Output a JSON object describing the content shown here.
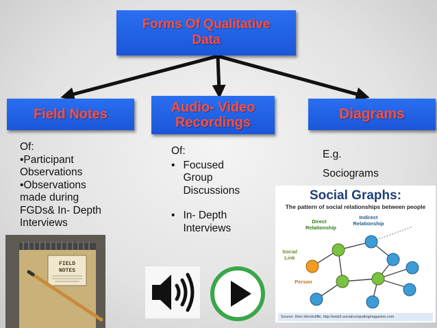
{
  "title": [
    "Forms Of Qualitative",
    "Data"
  ],
  "categories": {
    "field_notes": "Field Notes",
    "audio_video": [
      "Audio- Video",
      "Recordings"
    ],
    "diagrams": "Diagrams"
  },
  "field_notes_text": [
    "Of:",
    "•Participant",
    "Observations",
    "•Observations",
    "made during",
    "FGDs& In- Depth",
    "Interviews"
  ],
  "audio_text": {
    "intro": "Of:",
    "bullets": [
      {
        "marker": "•",
        "lines": [
          "Focused",
          "Group",
          "Discussions"
        ]
      },
      {
        "marker": "•",
        "lines": [
          "In- Depth",
          "Interviews"
        ]
      }
    ]
  },
  "diagrams_text": [
    "E.g.",
    "Sociograms"
  ],
  "notepad": {
    "line1": "FIELD",
    "line2": "NOTES"
  },
  "social_graph": {
    "title": "Social Graphs:",
    "subtitle": "The pattern of social relationships between people",
    "direct_label": [
      "Direct",
      "Relationship"
    ],
    "indirect_label": [
      "Indirect",
      "Relationship"
    ],
    "social_link_label": [
      "Social",
      "Link"
    ],
    "person_label": "Person",
    "source": "Source: Dion Hinchcliffe, http://web2.socialcomputingmagazine.com"
  },
  "colors": {
    "box": "#1e5fe0",
    "box_text": "#ff4d3a",
    "arrow": "#111111",
    "play_ring": "#3aa64a",
    "node_green": "#7bc142",
    "node_blue": "#3d9bd6",
    "node_orange": "#f39a21"
  }
}
